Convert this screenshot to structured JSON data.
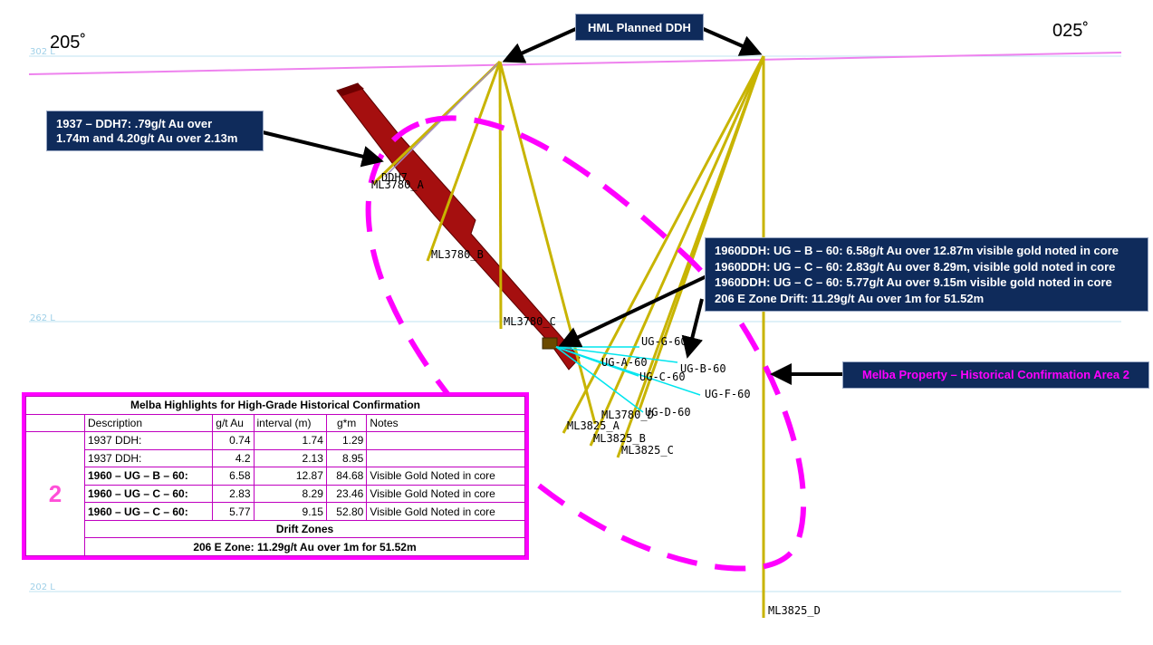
{
  "azimuth": {
    "left": "205˚",
    "right": "025˚"
  },
  "level_labels": [
    "302 L",
    "262 L",
    "202 L"
  ],
  "callouts": {
    "hml_planned": "HML Planned DDH",
    "ddh7": [
      "1937 – DDH7: .79g/t Au over",
      "1.74m and 4.20g/t Au over 2.13m"
    ],
    "assays": [
      "1960DDH: UG – B – 60: 6.58g/t Au over 12.87m visible gold noted in core",
      "1960DDH: UG – C – 60: 2.83g/t Au over 8.29m, visible gold noted in core",
      "1960DDH: UG – C – 60: 5.77g/t Au over 9.15m visible gold noted in core",
      "206 E Zone Drift: 11.29g/t Au over 1m for 51.52m"
    ],
    "melba_area": "Melba Property – Historical Confirmation Area 2"
  },
  "hole_labels": {
    "ddh7": "DDH7",
    "ml3780_a": "ML3780_A",
    "ml3780_b": "ML3780_B",
    "ml3780_c": "ML3780_C",
    "ml3780_d": "ML3780_D",
    "ml3825_a": "ML3825_A",
    "ml3825_b": "ML3825_B",
    "ml3825_c": "ML3825_C",
    "ml3825_d": "ML3825_D",
    "ug_a": "UG-A-60",
    "ug_b": "UG-B-60",
    "ug_c": "UG-C-60",
    "ug_d": "UG-D-60",
    "ug_f": "UG-F-60",
    "ug_g": "UG-G-60"
  },
  "highlights": {
    "title": "Melba Highlights for High-Grade Historical Confirmation",
    "area_number": "2",
    "columns": [
      "Description",
      "g/t Au",
      "interval (m)",
      "g*m",
      "Notes"
    ],
    "rows": [
      {
        "description": "1937 DDH:",
        "grade": "0.74",
        "interval": "1.74",
        "gm": "1.29",
        "notes": ""
      },
      {
        "description": "1937 DDH:",
        "grade": "4.2",
        "interval": "2.13",
        "gm": "8.95",
        "notes": ""
      },
      {
        "description": "1960 – UG – B – 60:",
        "grade": "6.58",
        "interval": "12.87",
        "gm": "84.68",
        "notes": "Visible Gold Noted in core"
      },
      {
        "description": "1960 – UG – C – 60:",
        "grade": "2.83",
        "interval": "8.29",
        "gm": "23.46",
        "notes": "Visible Gold Noted in core"
      },
      {
        "description": "1960 – UG – C – 60:",
        "grade": "5.77",
        "interval": "9.15",
        "gm": "52.80",
        "notes": "Visible Gold Noted in core"
      }
    ],
    "drift_header": "Drift Zones",
    "drift_row": "206 E Zone: 11.29g/t Au over 1m for 51.52m"
  },
  "colors": {
    "drill_trace": "#c8b400",
    "ug_trace": "#00e5ee",
    "ore_zone": "#8b0000",
    "target_ellipse": "#ff00ff",
    "topography": "#ee82ee",
    "level_line": "#bfe3f0",
    "callout_fill": "#0f2b5b"
  }
}
